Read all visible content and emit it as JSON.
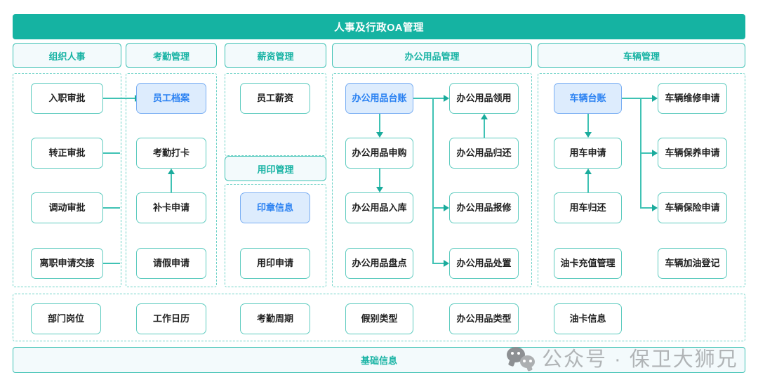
{
  "header": {
    "title": "人事及行政OA管理"
  },
  "tabs": [
    {
      "label": "组织人事"
    },
    {
      "label": "考勤管理"
    },
    {
      "label": "薪资管理"
    },
    {
      "label": "办公用品管理"
    },
    {
      "label": "车辆管理"
    }
  ],
  "columns": {
    "org_hr": [
      "入职审批",
      "转正审批",
      "调动审批",
      "离职申请交接"
    ],
    "attend": [
      "员工档案",
      "考勤打卡",
      "补卡申请",
      "请假申请"
    ],
    "payroll": [
      "员工薪资"
    ],
    "seal_header": "用印管理",
    "seal": [
      "印章信息",
      "用印申请"
    ],
    "supplies_left": [
      "办公用品台账",
      "办公用品申购",
      "办公用品入库",
      "办公用品盘点"
    ],
    "supplies_right": [
      "办公用品领用",
      "办公用品归还",
      "办公用品报修",
      "办公用品处置"
    ],
    "vehicle_left": [
      "车辆台账",
      "用车申请",
      "用车归还",
      "油卡充值管理"
    ],
    "vehicle_right": [
      "车辆维修申请",
      "车辆保养申请",
      "车辆保险申请",
      "车辆加油登记"
    ]
  },
  "basic_info_items": [
    "部门岗位",
    "工作日历",
    "考勤周期",
    "假别类型",
    "办公用品类型",
    "油卡信息"
  ],
  "basic_info_bar": "基础信息",
  "watermark": {
    "text": "公众号 · 保卫大狮兄",
    "icon": "wechat-icon"
  },
  "colors": {
    "teal": "#15b3a2",
    "teal_border": "#3fc2b4",
    "tab_fill": "#f3fafc",
    "blue_fill": "#ddecfd",
    "blue_border": "#79aef3",
    "blue_text": "#2a81f2",
    "node_border": "#5ecbbf",
    "dashed": "#6ed2c7"
  }
}
